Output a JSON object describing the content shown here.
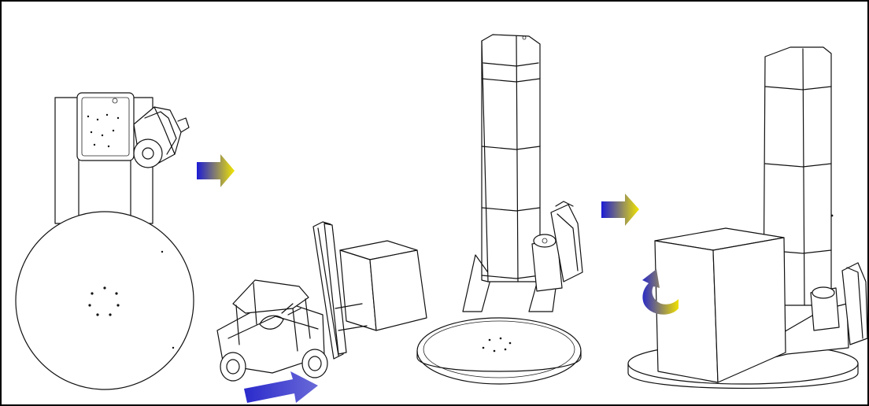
{
  "diagram": {
    "steps": [
      {
        "id": "machine-top-view",
        "icon": "wrapper-top-view-illustration"
      },
      {
        "id": "forklift-loading",
        "icon": "forklift-with-load-illustration"
      },
      {
        "id": "machine-ready",
        "icon": "turntable-wrapper-illustration"
      },
      {
        "id": "wrapping-in-progress",
        "icon": "wrapping-with-rotation-illustration"
      }
    ],
    "arrows": [
      {
        "id": "step-arrow-1",
        "icon": "gradient-right-arrow"
      },
      {
        "id": "forklift-move-arrow",
        "icon": "gradient-diagonal-arrow"
      },
      {
        "id": "step-arrow-2",
        "icon": "gradient-right-arrow"
      },
      {
        "id": "rotation-arrow",
        "icon": "curved-rotation-arrow"
      }
    ],
    "colors": {
      "arrow_start": "#1b1bd6",
      "arrow_end": "#f2e600",
      "line": "#111111",
      "frame": "#000000",
      "background": "#ffffff"
    }
  }
}
